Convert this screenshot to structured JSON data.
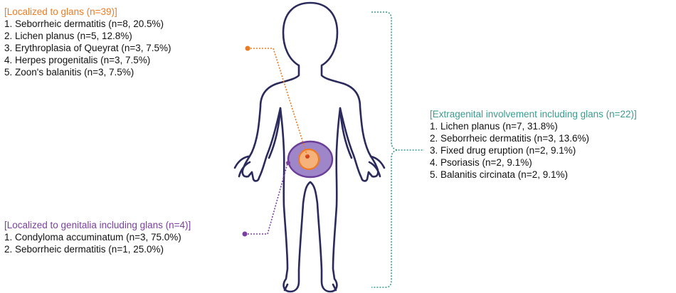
{
  "colors": {
    "glans": "#ee7b22",
    "genitalia": "#7a3fa0",
    "extragenital": "#3a9c8f",
    "outline": "#2b2a5c",
    "genitalia_fill": "#9f86c8",
    "glans_fill": "#f6b27b"
  },
  "groups": {
    "glans": {
      "heading": "[Localized to glans (n=39)]",
      "items": [
        "1. Seborrheic dermatitis (n=8, 20.5%)",
        "2. Lichen planus (n=5, 12.8%)",
        "3. Erythroplasia of Queyrat (n=3, 7.5%)",
        "4. Herpes progenitalis (n=3, 7.5%)",
        "5. Zoon's balanitis (n=3, 7.5%)"
      ]
    },
    "genitalia": {
      "heading": "[Localized to genitalia including glans (n=4)]",
      "items": [
        "1. Condyloma accuminatum (n=3, 75.0%)",
        "2. Seborrheic dermatitis (n=1, 25.0%)"
      ]
    },
    "extragenital": {
      "heading": "[Extragenital involvement including glans (n=22)]",
      "items": [
        "1. Lichen planus (n=7, 31.8%)",
        "2. Seborrheic dermatitis (n=3, 13.6%)",
        "3. Fixed drug eruption (n=2, 9.1%)",
        "4. Psoriasis (n=2, 9.1%)",
        "5. Balanitis circinata (n=2, 9.1%)"
      ]
    }
  }
}
